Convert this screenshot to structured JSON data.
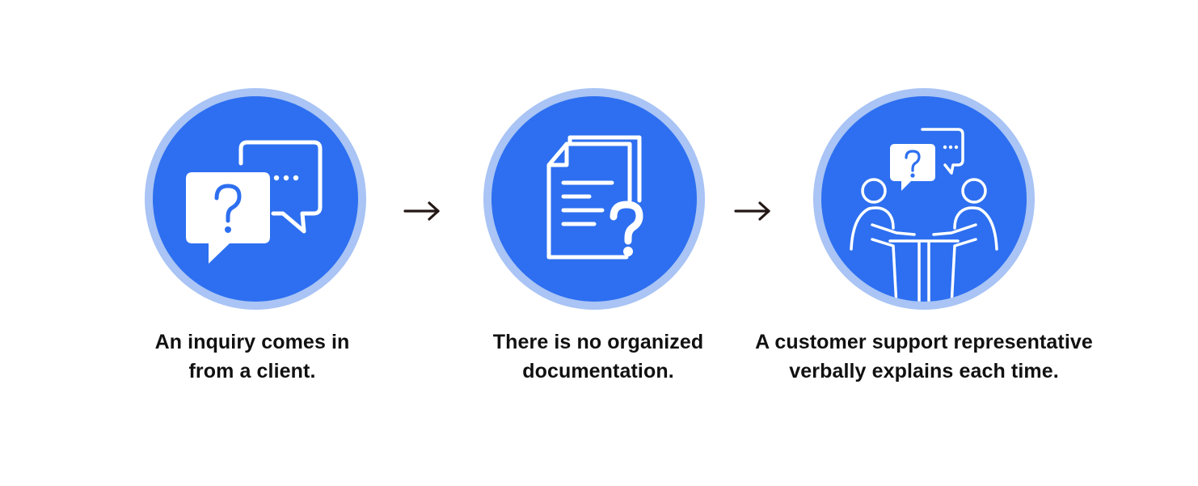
{
  "colors": {
    "circle_fill": "#2d6ff0",
    "circle_ring": "#a9c4f5",
    "icon_stroke": "#ffffff",
    "text": "#111111",
    "arrow": "#231815"
  },
  "steps": [
    {
      "icon": "question-chat-bubbles-icon",
      "caption_line1": "An inquiry comes in",
      "caption_line2": "from a client."
    },
    {
      "icon": "document-question-icon",
      "caption_line1": "There is no organized",
      "caption_line2": "documentation."
    },
    {
      "icon": "meeting-conversation-icon",
      "caption_line1": "A customer support representative",
      "caption_line2": "verbally explains each time."
    }
  ],
  "connectors": [
    {
      "icon": "arrow-right-icon"
    },
    {
      "icon": "arrow-right-icon"
    }
  ]
}
